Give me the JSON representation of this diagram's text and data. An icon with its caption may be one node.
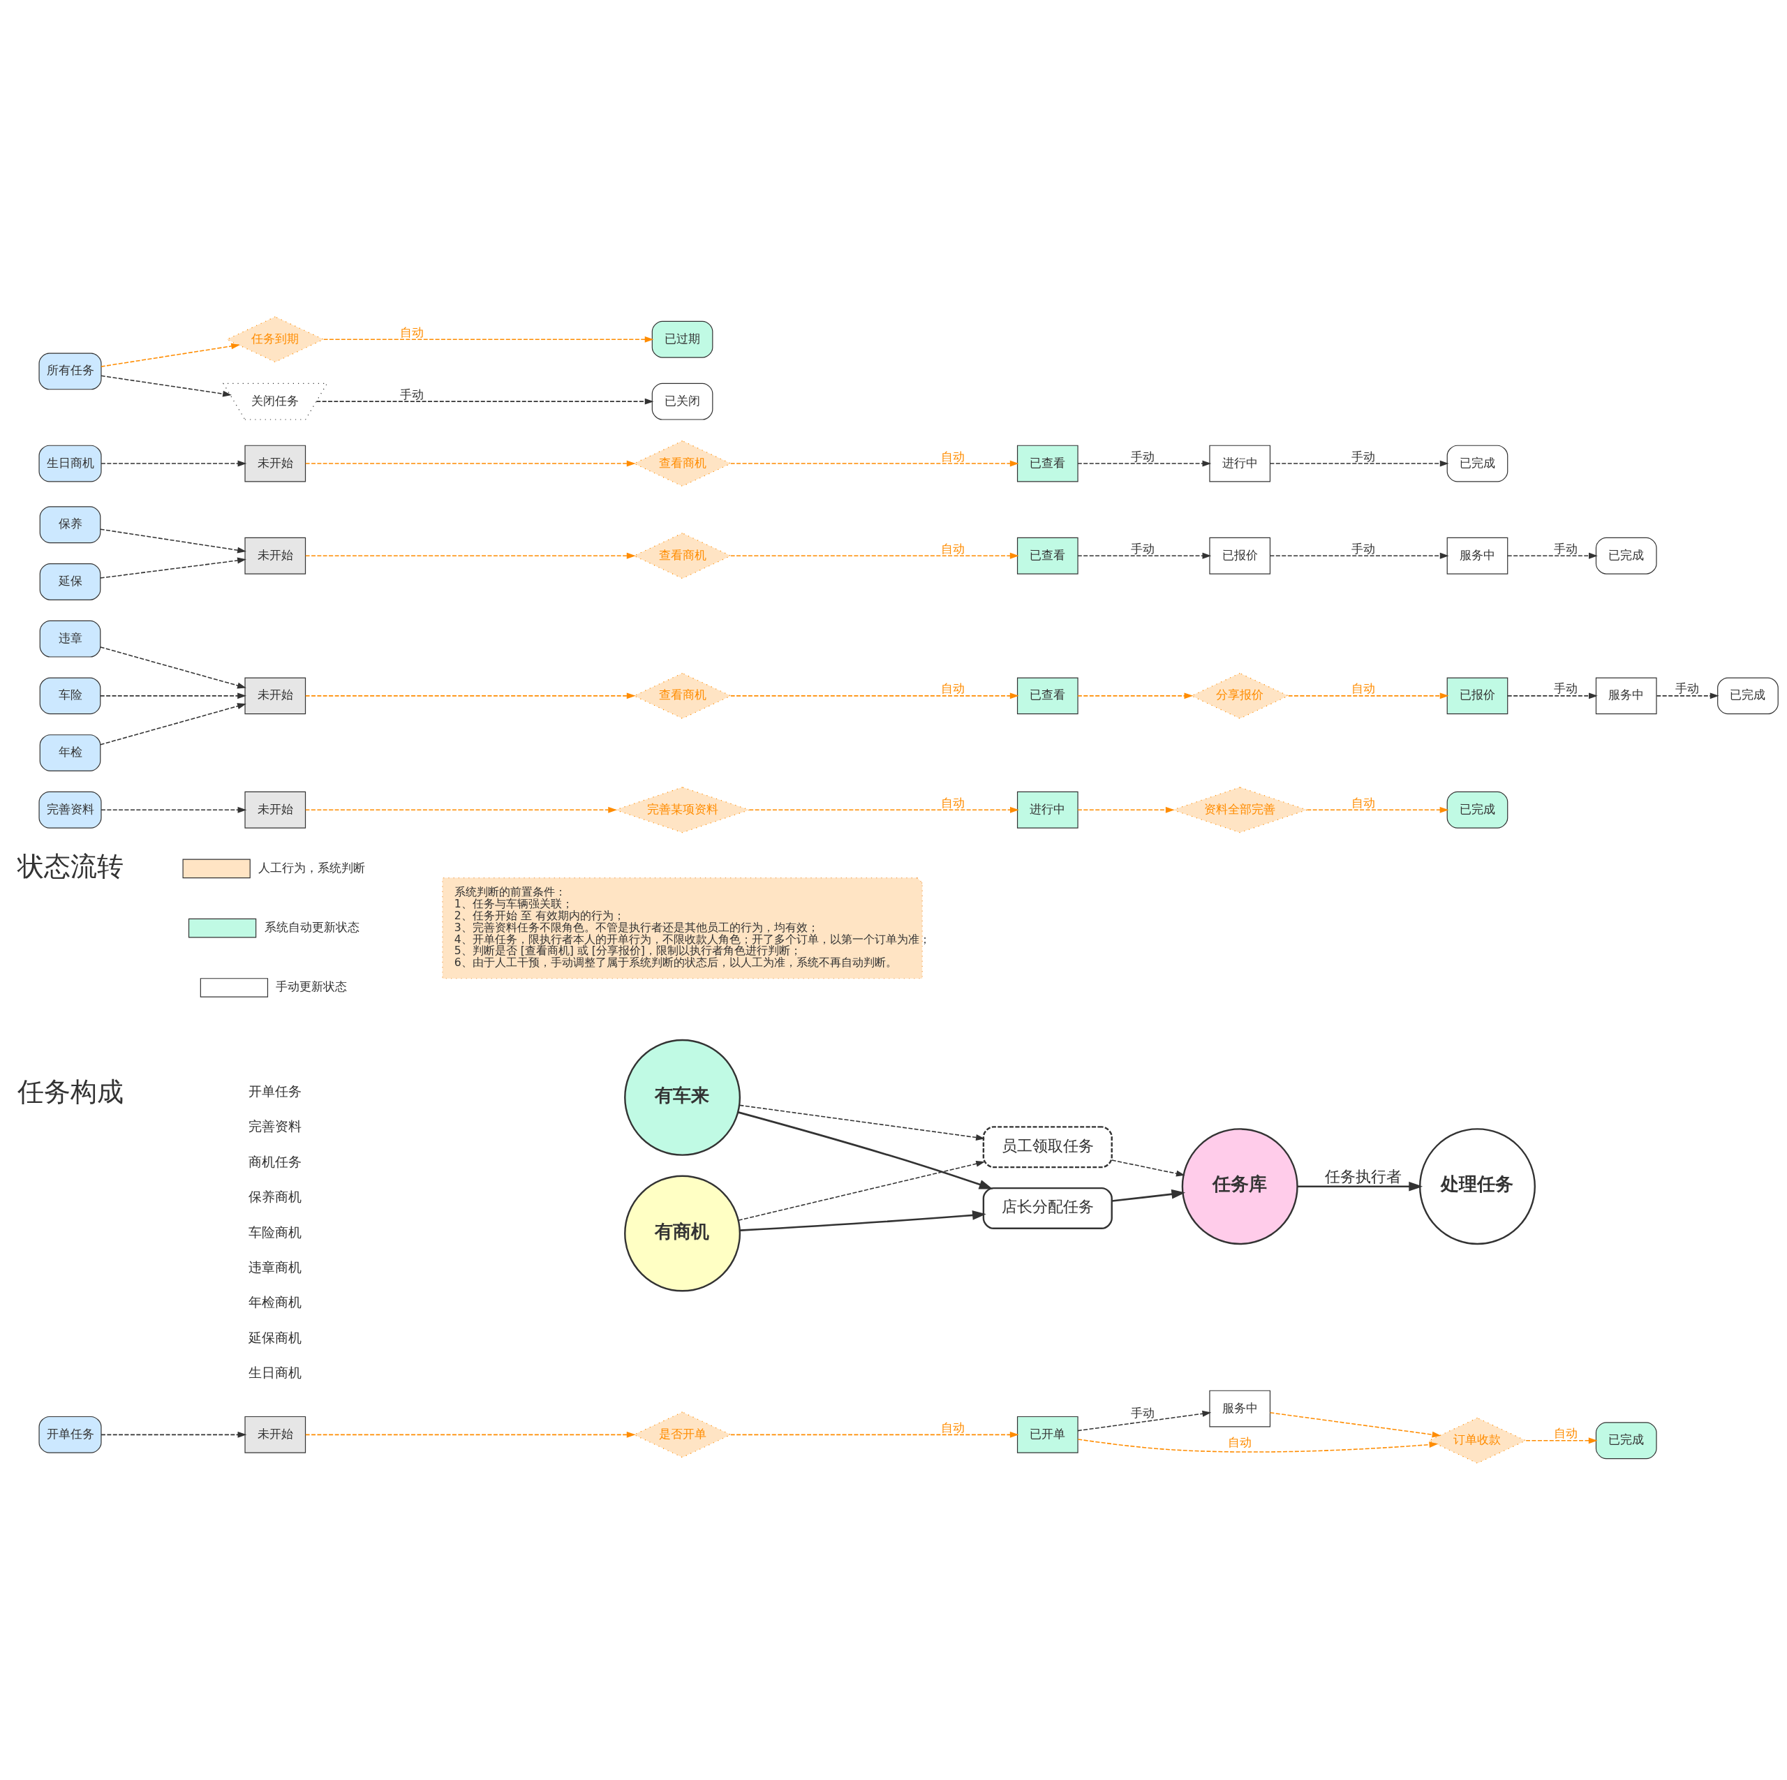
{
  "diagram": {
    "nodes": [
      {
        "text": [
          "有车来"
        ]
      },
      {
        "text": [
          "有商机"
        ]
      },
      {
        "text": [
          "店长分配任务"
        ]
      },
      {
        "text": [
          "员工领取任务"
        ]
      },
      {
        "text": [
          "任务库"
        ]
      },
      {
        "text": [
          "处理任务"
        ]
      },
      {
        "text": [
          "系统判断的前置条件：",
          "1、任务与车辆强关联；",
          "2、任务开始 至 有效期内的行为；",
          "3、完善资料任务不限角色。不管是执行者还是其他员工的行为，均有效；",
          "4、开单任务，限执行者本人的开单行为，不限收款人角色；开了多个订单，以第一个订单为准；",
          "5、判断是否 [查看商机] 或 [分享报价]，限制以执行者角色进行判断；",
          "6、由于人工干预，手动调整了属于系统判断的状态后，以人工为准，系统不再自动判断。"
        ]
      },
      {
        "text": [
          "开单任务"
        ]
      },
      {
        "text": [
          "未开始"
        ]
      },
      {
        "text": [
          "是否开单"
        ]
      },
      {
        "text": [
          "已开单"
        ]
      },
      {
        "text": [
          "服务中"
        ]
      },
      {
        "text": [
          "订单收款"
        ]
      },
      {
        "text": [
          "已完成"
        ]
      },
      {
        "text": [
          "完善资料"
        ]
      },
      {
        "text": [
          "未开始"
        ]
      },
      {
        "text": [
          "完善某项资料"
        ]
      },
      {
        "text": [
          "进行中"
        ]
      },
      {
        "text": [
          "资料全部完善"
        ]
      },
      {
        "text": [
          "已完成"
        ]
      },
      {
        "text": [
          "违章"
        ]
      },
      {
        "text": [
          "车险"
        ]
      },
      {
        "text": [
          "年检"
        ]
      },
      {
        "text": [
          "未开始"
        ]
      },
      {
        "text": [
          "查看商机"
        ]
      },
      {
        "text": [
          "已查看"
        ]
      },
      {
        "text": [
          "分享报价"
        ]
      },
      {
        "text": [
          "已报价"
        ]
      },
      {
        "text": [
          "服务中"
        ]
      },
      {
        "text": [
          "已完成"
        ]
      },
      {
        "text": [
          "保养"
        ]
      },
      {
        "text": [
          "延保"
        ]
      },
      {
        "text": [
          "未开始"
        ]
      },
      {
        "text": [
          "查看商机"
        ]
      },
      {
        "text": [
          "已查看"
        ]
      },
      {
        "text": [
          "已报价"
        ]
      },
      {
        "text": [
          "服务中"
        ]
      },
      {
        "text": [
          "已完成"
        ]
      },
      {
        "text": [
          "生日商机"
        ]
      },
      {
        "text": [
          "未开始"
        ]
      },
      {
        "text": [
          "查看商机"
        ]
      },
      {
        "text": [
          "已查看"
        ]
      },
      {
        "text": [
          "进行中"
        ]
      },
      {
        "text": [
          "已完成"
        ]
      },
      {
        "text": [
          "所有任务"
        ]
      },
      {
        "text": [
          "任务到期"
        ]
      },
      {
        "text": [
          "关闭任务"
        ]
      },
      {
        "text": [
          "已过期"
        ]
      },
      {
        "text": [
          "已关闭"
        ]
      }
    ],
    "edges": [
      {
        "from": 0,
        "to": 2,
        "arrow": "to"
      },
      {
        "from": 0,
        "to": 3,
        "arrow": "to",
        "style": "dashed"
      },
      {
        "from": 1,
        "to": 2,
        "arrow": "to"
      },
      {
        "from": 1,
        "to": 3,
        "arrow": "to",
        "style": "dashed"
      },
      {
        "from": 2,
        "to": 4,
        "arrow": "to"
      },
      {
        "from": 3,
        "to": 4,
        "arrow": "to",
        "style": "dashed"
      },
      {
        "from": 4,
        "to": 5,
        "arrow": "to",
        "label": "任务执行者"
      },
      {
        "from": 7,
        "to": 8,
        "arrow": "to",
        "style": "dashed"
      },
      {
        "from": 8,
        "to": 9,
        "arrow": "to",
        "style": "dashed",
        "color": "#ff8c00"
      },
      {
        "from": 9,
        "to": 10,
        "arrow": "to",
        "label": "自动",
        "style": "dashed",
        "color": "#ff8c00"
      },
      {
        "from": 10,
        "to": 11,
        "arrow": "to",
        "label": "手动",
        "style": "dashed"
      },
      {
        "from": 11,
        "to": 12,
        "arrow": "to",
        "style": "dashed",
        "color": "#ff8c00"
      },
      {
        "from": 10,
        "to": 12,
        "arrow": "to",
        "label": "自动",
        "style": "dashed",
        "color": "#ff8c00"
      },
      {
        "from": 12,
        "to": 13,
        "arrow": "to",
        "label": "自动",
        "style": "dashed",
        "color": "#ff8c00"
      },
      {
        "from": 14,
        "to": 15,
        "arrow": "to",
        "style": "dashed"
      },
      {
        "from": 15,
        "to": 16,
        "arrow": "to",
        "style": "dashed",
        "color": "#ff8c00"
      },
      {
        "from": 16,
        "to": 17,
        "arrow": "to",
        "label": "自动",
        "style": "dashed",
        "color": "#ff8c00"
      },
      {
        "from": 17,
        "to": 18,
        "arrow": "to",
        "style": "dashed",
        "color": "#ff8c00"
      },
      {
        "from": 18,
        "to": 19,
        "arrow": "to",
        "label": "自动",
        "style": "dashed",
        "color": "#ff8c00"
      },
      {
        "from": 20,
        "to": 23,
        "arrow": "to",
        "style": "dashed"
      },
      {
        "from": 21,
        "to": 23,
        "arrow": "to",
        "style": "dashed"
      },
      {
        "from": 22,
        "to": 23,
        "arrow": "to",
        "style": "dashed"
      },
      {
        "from": 23,
        "to": 24,
        "arrow": "to",
        "style": "dashed",
        "color": "#ff8c00"
      },
      {
        "from": 24,
        "to": 25,
        "arrow": "to",
        "label": "自动",
        "style": "dashed",
        "color": "#ff8c00"
      },
      {
        "from": 25,
        "to": 26,
        "arrow": "to",
        "style": "dashed",
        "color": "#ff8c00"
      },
      {
        "from": 26,
        "to": 27,
        "arrow": "to",
        "label": "自动",
        "style": "dashed",
        "color": "#ff8c00"
      },
      {
        "from": 27,
        "to": 28,
        "arrow": "to",
        "label": "手动",
        "style": "dashed"
      },
      {
        "from": 28,
        "to": 29,
        "arrow": "to",
        "label": "手动",
        "style": "dashed"
      },
      {
        "from": 30,
        "to": 32,
        "arrow": "to",
        "style": "dashed"
      },
      {
        "from": 31,
        "to": 32,
        "arrow": "to",
        "style": "dashed"
      },
      {
        "from": 32,
        "to": 33,
        "arrow": "to",
        "style": "dashed",
        "color": "#ff8c00"
      },
      {
        "from": 33,
        "to": 34,
        "arrow": "to",
        "label": "自动",
        "style": "dashed",
        "color": "#ff8c00"
      },
      {
        "from": 34,
        "to": 35,
        "arrow": "to",
        "label": "手动",
        "style": "dashed"
      },
      {
        "from": 35,
        "to": 36,
        "arrow": "to",
        "label": "手动",
        "style": "dashed"
      },
      {
        "from": 36,
        "to": 37,
        "arrow": "to",
        "label": "手动",
        "style": "dashed"
      },
      {
        "from": 38,
        "to": 39,
        "arrow": "to",
        "style": "dashed"
      },
      {
        "from": 39,
        "to": 40,
        "arrow": "to",
        "style": "dashed",
        "color": "#ff8c00"
      },
      {
        "from": 40,
        "to": 41,
        "arrow": "to",
        "label": "自动",
        "style": "dashed",
        "color": "#ff8c00"
      },
      {
        "from": 41,
        "to": 42,
        "arrow": "to",
        "label": "手动",
        "style": "dashed"
      },
      {
        "from": 42,
        "to": 43,
        "arrow": "to",
        "label": "手动",
        "style": "dashed"
      },
      {
        "from": 44,
        "to": 45,
        "arrow": "to",
        "style": "dashed",
        "color": "#ff8c00"
      },
      {
        "from": 44,
        "to": 46,
        "arrow": "to",
        "style": "dashed"
      },
      {
        "from": 45,
        "to": 47,
        "arrow": "to",
        "label": "自动",
        "style": "dashed",
        "color": "#ff8c00"
      },
      {
        "from": 46,
        "to": 48,
        "arrow": "to",
        "label": "手动",
        "style": "dashed"
      }
    ],
    "labels": [
      "任务构成",
      "开单任务",
      "完善资料",
      "商机任务",
      "保养商机",
      "车险商机",
      "违章商机",
      "年检商机",
      "延保商机",
      "生日商机",
      "状态流转"
    ],
    "legend": [
      {
        "text": "人工行为，系统判断",
        "color": "#ffe4c4"
      },
      {
        "text": "系统自动更新状态",
        "color": "#c0fae4"
      },
      {
        "text": "手动更新状态",
        "color": "#ffffff"
      }
    ]
  }
}
